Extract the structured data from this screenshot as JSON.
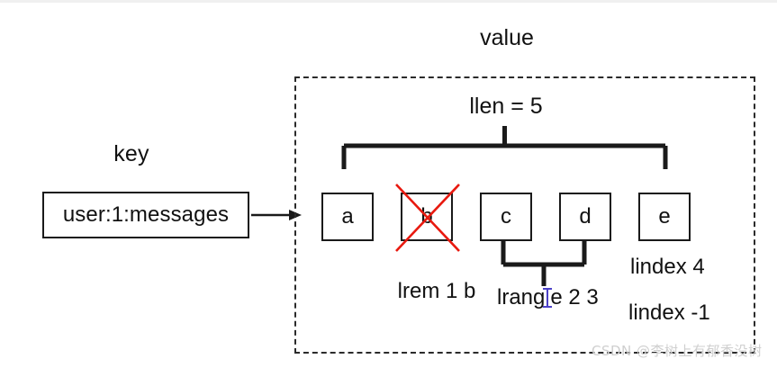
{
  "diagram": {
    "key_section": {
      "label": "key",
      "box_value": "user:1:messages",
      "arrow_icon": "arrow-right-icon"
    },
    "value_section": {
      "label": "value",
      "llen_label": "llen = 5",
      "list_items": [
        {
          "value": "a",
          "deleted": false
        },
        {
          "value": "b",
          "deleted": true
        },
        {
          "value": "c",
          "deleted": false
        },
        {
          "value": "d",
          "deleted": false
        },
        {
          "value": "e",
          "deleted": false
        }
      ],
      "annotations": {
        "lrem": "lrem 1 b",
        "lrange_prefix": "lrang",
        "lrange_suffix": "e 2 3",
        "lindex_positive": "lindex 4",
        "lindex_negative": "lindex -1"
      }
    }
  },
  "colors": {
    "ink": "#111111",
    "stroke": "#1a1a1a",
    "dashed": "#2b2b2b",
    "strike": "#e8190f",
    "caret": "#4b40c8",
    "watermark": "#cfcfcf"
  },
  "watermark": {
    "text": "CSDN @李树上有郁香没树"
  }
}
